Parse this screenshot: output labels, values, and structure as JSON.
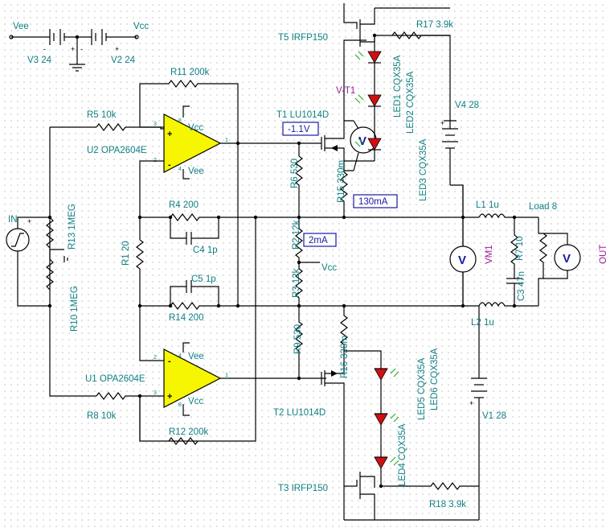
{
  "supply": {
    "vee": "Vee",
    "vcc": "Vcc",
    "v3": "V3 24",
    "v2": "V2 24",
    "v4": "V4 28",
    "v1": "V1 28",
    "plus": "+",
    "minus": "-"
  },
  "opamps": {
    "u2": "U2 OPA2604E",
    "u1": "U1 OPA2604E",
    "vcc": "Vcc",
    "vee": "Vee",
    "pins": {
      "p1": "1",
      "p2": "2",
      "p3": "3",
      "p4": "4",
      "p8": "8"
    }
  },
  "transistors": {
    "t5": "T5 IRFP150",
    "t1": "T1 LU1014D",
    "t2": "T2 LU1014D",
    "t3": "T3 IRFP150"
  },
  "resistors": {
    "r11": "R11 200k",
    "r5": "R5 10k",
    "r13": "R13 1MEG",
    "r10": "R10 1MEG",
    "r4": "R4 200",
    "r1": "R1 20",
    "r14": "R14 200",
    "r8": "R8 10k",
    "r12": "R12 200k",
    "r6": "R6 530",
    "r15": "R15 330m",
    "r2": "R2 12k",
    "r3": "R3 12k",
    "r9": "R9 530",
    "r16": "R16 330m",
    "r17": "R17 3.9k",
    "r18": "R18 3.9k",
    "r7": "R7 10"
  },
  "capacitors": {
    "c4": "C4 1p",
    "c5": "C5 1p",
    "c3": "C3 47n"
  },
  "inductors": {
    "l1": "L1 1u",
    "l2": "L2 1u"
  },
  "leds": {
    "led1": "LED1 CQX35A",
    "led2": "LED2 CQX35A",
    "led3": "LED3 CQX35A",
    "led4": "LED4 CQX35A",
    "led5": "LED5 CQX35A",
    "led6": "LED6 CQX35A"
  },
  "meters": {
    "vt1": "V-T1",
    "vm1": "VM1",
    "out": "OUT",
    "v_symbol": "V",
    "vt1_value": "-1.1V",
    "current_130": "130mA",
    "current_2": "2mA"
  },
  "misc": {
    "in": "IN",
    "load": "Load 8",
    "vcc_r2r3": "Vcc"
  }
}
